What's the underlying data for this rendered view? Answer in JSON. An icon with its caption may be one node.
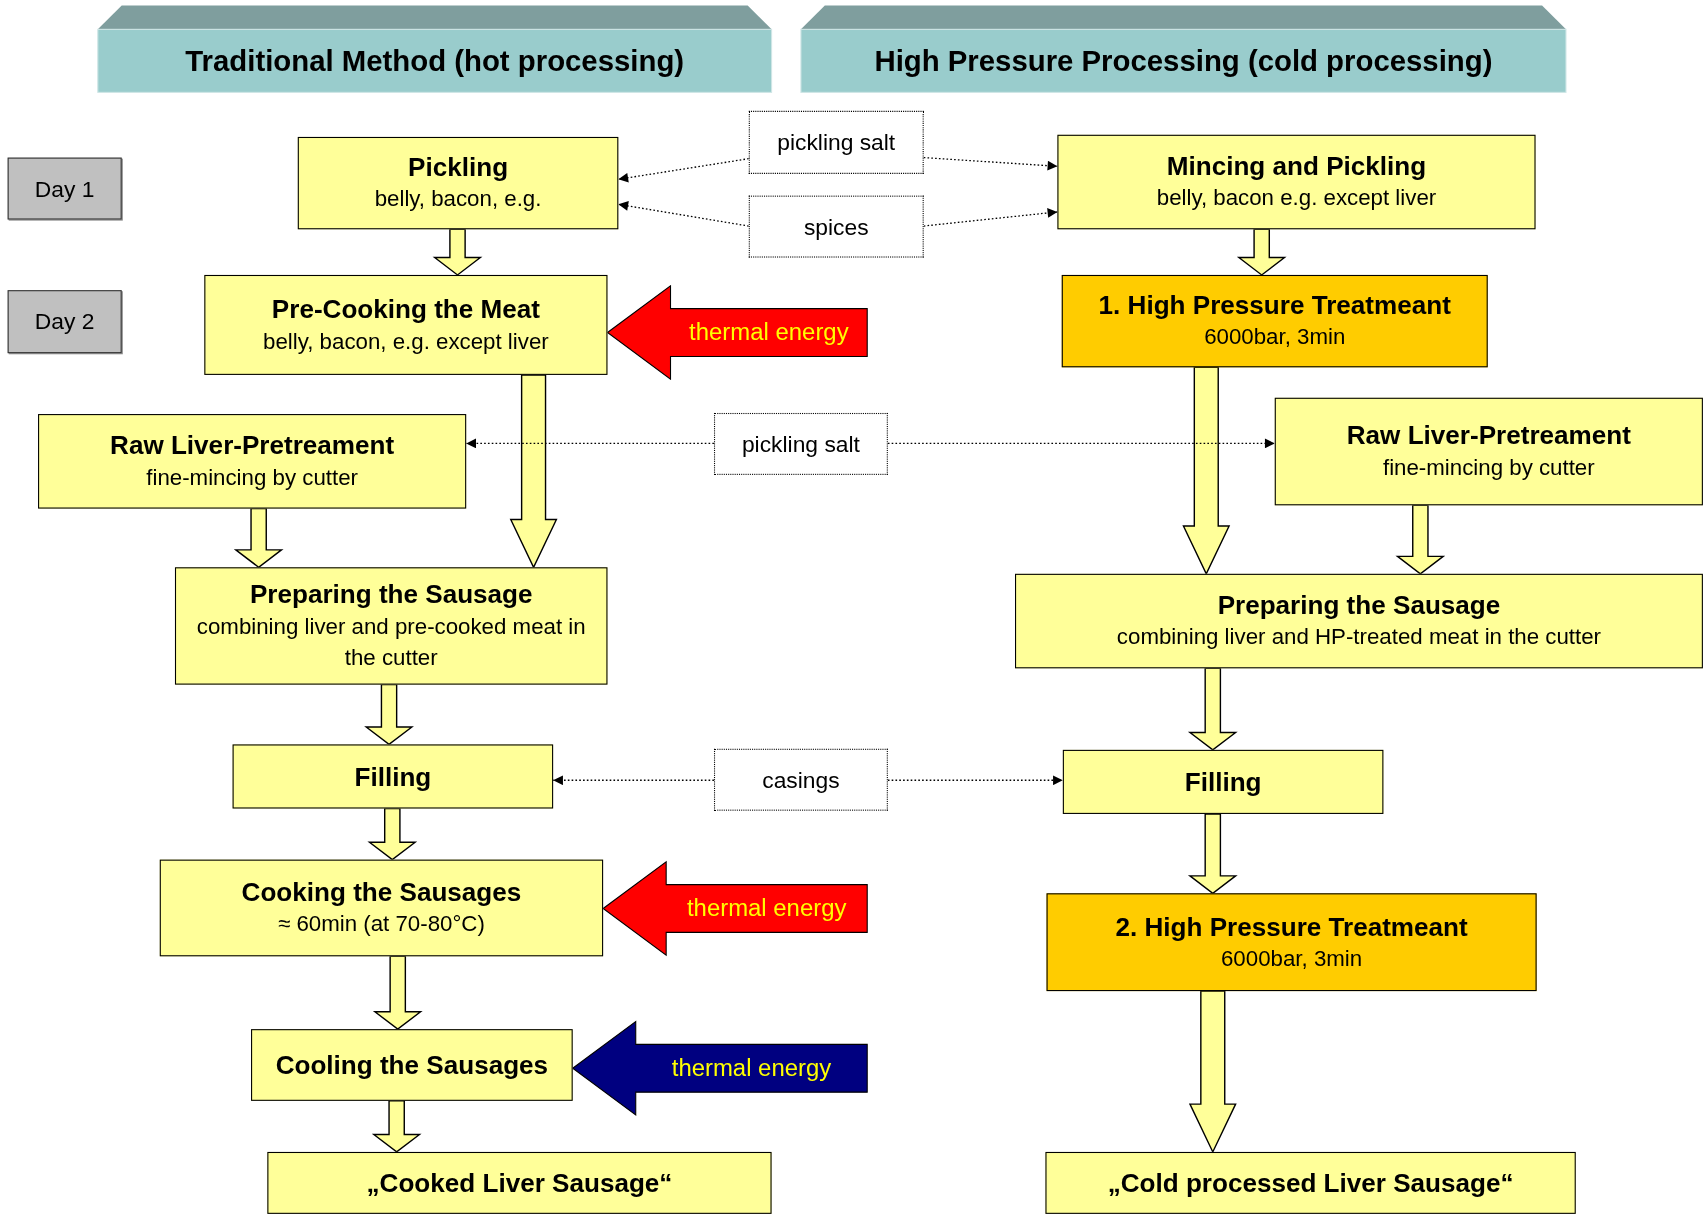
{
  "diagram": {
    "nodes": [
      {
        "text": [
          "Traditional Method (hot processing)"
        ]
      },
      {
        "text": [
          "High Pressure Processing (cold processing)"
        ]
      },
      {
        "text": [
          "Day 1"
        ]
      },
      {
        "text": [
          "Day 2"
        ]
      },
      {
        "text": [
          "Pickling",
          "belly, bacon, e.g."
        ]
      },
      {
        "text": [
          "pickling salt"
        ]
      },
      {
        "text": [
          "spices"
        ]
      },
      {
        "text": [
          "Mincing and Pickling",
          "belly, bacon e.g. except liver"
        ]
      },
      {
        "text": [
          "Pre-Cooking the Meat",
          "belly, bacon, e.g. except liver"
        ]
      },
      {
        "text": [
          "1. High Pressure Treatmeant",
          "6000bar, 3min"
        ]
      },
      {
        "text": [
          "Raw Liver-Pretreament",
          "fine-mincing by cutter"
        ]
      },
      {
        "text": [
          "pickling salt"
        ]
      },
      {
        "text": [
          "Raw Liver-Pretreament",
          "fine-mincing by cutter"
        ]
      },
      {
        "text": [
          "Preparing the Sausage",
          "combining liver and pre-cooked meat in the cutter"
        ]
      },
      {
        "text": [
          "Preparing the Sausage",
          "combining liver and HP-treated meat in the cutter"
        ]
      },
      {
        "text": [
          "Filling"
        ]
      },
      {
        "text": [
          "casings"
        ]
      },
      {
        "text": [
          "Filling"
        ]
      },
      {
        "text": [
          "Cooking the Sausages",
          "≈ 60min (at 70-80°C)"
        ]
      },
      {
        "text": [
          "2. High Pressure Treatmeant",
          "6000bar, 3min"
        ]
      },
      {
        "text": [
          "Cooling the Sausages"
        ]
      },
      {
        "text": [
          "„Cooked Liver Sausage“"
        ]
      },
      {
        "text": [
          "„Cold processed Liver Sausage“"
        ]
      }
    ],
    "edges": [
      {
        "from": 4,
        "to": 8,
        "arrow": "to"
      },
      {
        "from": 7,
        "to": 9,
        "arrow": "to"
      },
      {
        "from": 8,
        "to": 13,
        "arrow": "to"
      },
      {
        "from": 10,
        "to": 13,
        "arrow": "to"
      },
      {
        "from": 9,
        "to": 14,
        "arrow": "to"
      },
      {
        "from": 12,
        "to": 14,
        "arrow": "to"
      },
      {
        "from": 13,
        "to": 15,
        "arrow": "to"
      },
      {
        "from": 14,
        "to": 17,
        "arrow": "to"
      },
      {
        "from": 15,
        "to": 18,
        "arrow": "to"
      },
      {
        "from": 17,
        "to": 19,
        "arrow": "to"
      },
      {
        "from": 18,
        "to": 20,
        "arrow": "to"
      },
      {
        "from": 19,
        "to": 22,
        "arrow": "to"
      },
      {
        "from": 20,
        "to": 21,
        "arrow": "to"
      },
      {
        "from": 5,
        "to": 4,
        "arrow": "to",
        "style": "dashed"
      },
      {
        "from": 6,
        "to": 4,
        "arrow": "to",
        "style": "dashed"
      },
      {
        "from": 5,
        "to": 7,
        "arrow": "to",
        "style": "dashed"
      },
      {
        "from": 6,
        "to": 7,
        "arrow": "to",
        "style": "dashed"
      },
      {
        "from": 11,
        "to": 10,
        "arrow": "to",
        "style": "dashed"
      },
      {
        "from": 11,
        "to": 12,
        "arrow": "to",
        "style": "dashed"
      },
      {
        "from": 16,
        "to": 15,
        "arrow": "to",
        "style": "dashed"
      },
      {
        "from": 16,
        "to": 17,
        "arrow": "to",
        "style": "dashed"
      },
      {
        "from": null,
        "to": 8,
        "arrow": "to",
        "label": "thermal energy",
        "style": "thick",
        "color": "#ff0000"
      },
      {
        "from": null,
        "to": 18,
        "arrow": "to",
        "label": "thermal energy",
        "style": "thick",
        "color": "#ff0000"
      },
      {
        "from": null,
        "to": 20,
        "arrow": "to",
        "label": "thermal energy",
        "style": "thick",
        "color": "#000080"
      }
    ]
  }
}
